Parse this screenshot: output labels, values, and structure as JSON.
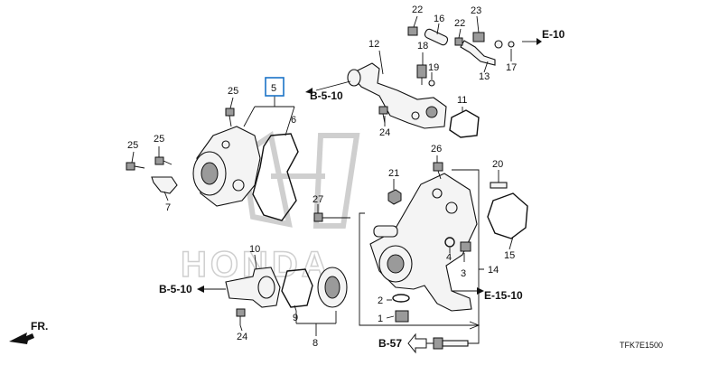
{
  "diagram": {
    "code": "TFK7E1500",
    "front_arrow_label": "FR.",
    "watermark_text": "HONDA",
    "highlight_color": "#1a73c7",
    "callouts": {
      "c1": "1",
      "c2": "2",
      "c3": "3",
      "c4": "4",
      "c5": "5",
      "c6": "6",
      "c7": "7",
      "c8": "8",
      "c9": "9",
      "c10": "10",
      "c11": "11",
      "c12": "12",
      "c13": "13",
      "c14": "14",
      "c15": "15",
      "c16": "16",
      "c17": "17",
      "c18": "18",
      "c19": "19",
      "c20": "20",
      "c21": "21",
      "c22a": "22",
      "c22b": "22",
      "c23": "23",
      "c24a": "24",
      "c24b": "24",
      "c25a": "25",
      "c25b": "25",
      "c25c": "25",
      "c26": "26",
      "c27": "27"
    },
    "refs": {
      "e10": "E-10",
      "b510_top": "B-5-10",
      "b510_left": "B-5-10",
      "e1510": "E-15-10",
      "b57": "B-57"
    }
  }
}
